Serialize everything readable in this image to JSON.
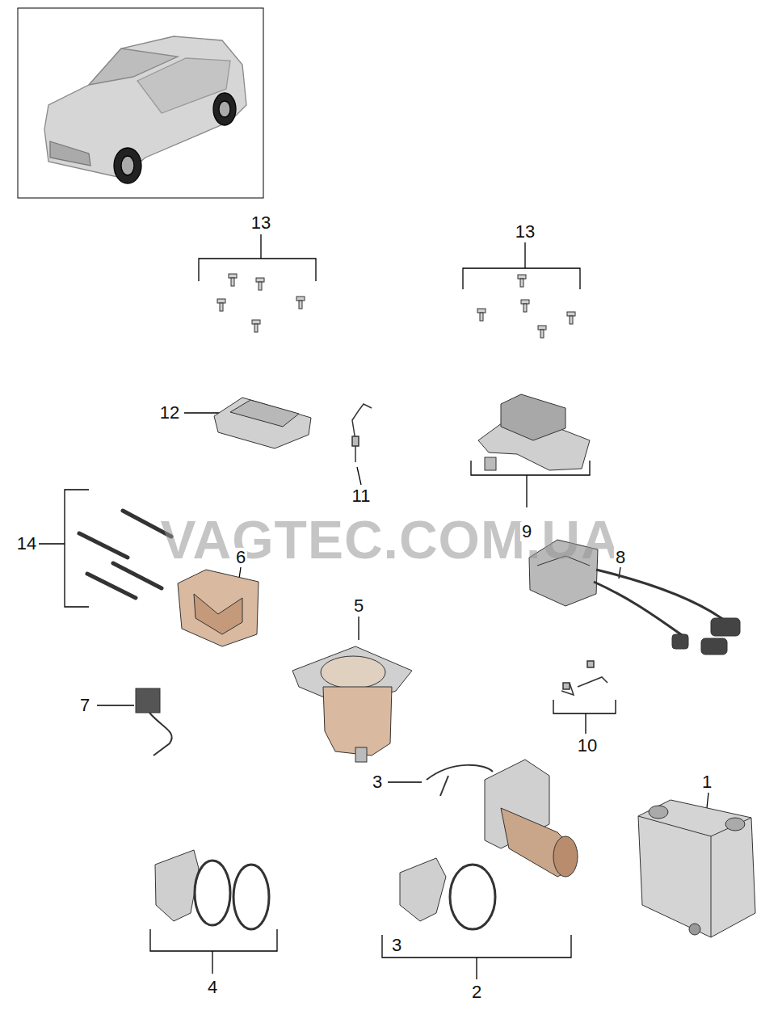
{
  "diagram": {
    "labels": [
      "13",
      "13",
      "12",
      "11",
      "9",
      "14",
      "6",
      "8",
      "5",
      "7",
      "10",
      "1",
      "3",
      "4",
      "3",
      "2",
      "VAGTEC.COM.UA"
    ]
  }
}
